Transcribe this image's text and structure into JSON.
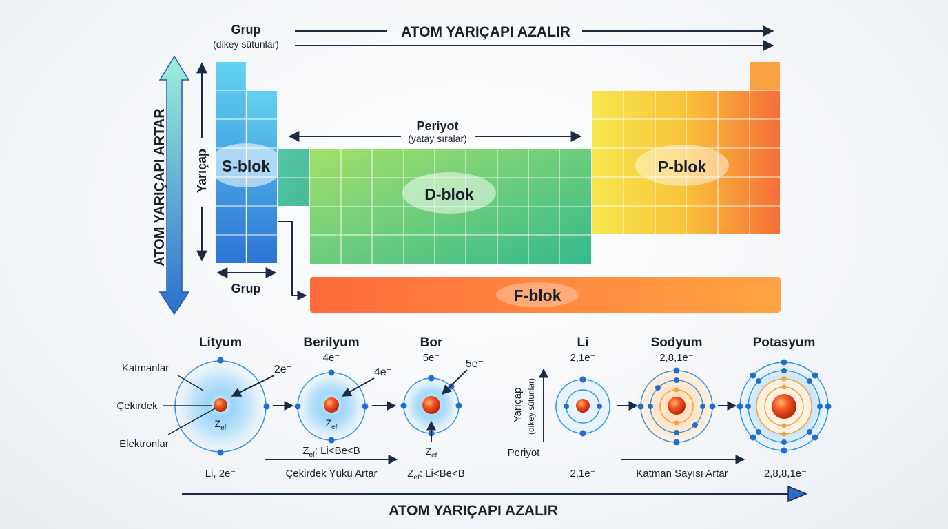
{
  "top": {
    "grup_title": "Grup",
    "grup_sub": "(dikey sütunlar)",
    "top_arrow_label": "ATOM YARIÇAPI AZALIR",
    "left_arrow_label": "ATOM YARIÇAPI ARTAR",
    "yaricap_label": "Yarıçap",
    "periyot_title": "Periyot",
    "periyot_sub": "(yatay sıralar)",
    "grup_bottom_label": "Grup"
  },
  "blocks": {
    "s": "S-blok",
    "d": "D-blok",
    "p": "P-blok",
    "f": "F-blok"
  },
  "atoms_left": {
    "lityum": {
      "name": "Lityum",
      "electrons_label": "2e⁻",
      "zef": "Z",
      "zef_sub": "ef",
      "bottom": "Li, 2e⁻"
    },
    "berilyum": {
      "name": "Berilyum",
      "config": "4e⁻",
      "electrons_label": "4e⁻",
      "zef": "Z",
      "zef_sub": "ef"
    },
    "bor": {
      "name": "Bor",
      "config": "5e⁻",
      "electrons_label": "5e⁻",
      "zef": "Z",
      "zef_sub": "ef"
    },
    "labels": {
      "katmanlar": "Katmanlar",
      "cekirdek": "Çekirdek",
      "elektronlar": "Elektronlar"
    },
    "zef_compare_1_pre": "Z",
    "zef_compare_1_sub": "ef",
    "zef_compare_1_post": ": Li<Be<B",
    "zef_compare_2_pre": "Z",
    "zef_compare_2_sub": "ef",
    "zef_compare_2_post": ": Li<Be<B",
    "arrow_label": "Çekirdek Yükü Artar"
  },
  "atoms_right": {
    "li": {
      "name": "Li",
      "config": "2,1e⁻",
      "bottom": "2,1e⁻"
    },
    "sodyum": {
      "name": "Sodyum",
      "config": "2,8,1e⁻"
    },
    "potasyum": {
      "name": "Potasyum",
      "bottom": "2,8,8,1e⁻"
    },
    "yaricap": "Yarıçap",
    "dikey": "(dikey sütunlar)",
    "periyot": "Periyot",
    "arrow_label": "Katman Sayısı Artar"
  },
  "bottom_arrow_label": "ATOM YARIÇAPI AZALIR",
  "colors": {
    "arrow": "#1c2a44",
    "s_top": "#5cc9ee",
    "s_bottom": "#2f7fd8",
    "d_left": "#8fdc6e",
    "d_right": "#4cc08c",
    "p_left": "#f3e24b",
    "p_right": "#f57a3a",
    "f_left": "#ff6a3a",
    "f_right": "#ffa040",
    "nucleus": "#e33c1a",
    "electron": "#1f6fd1"
  }
}
